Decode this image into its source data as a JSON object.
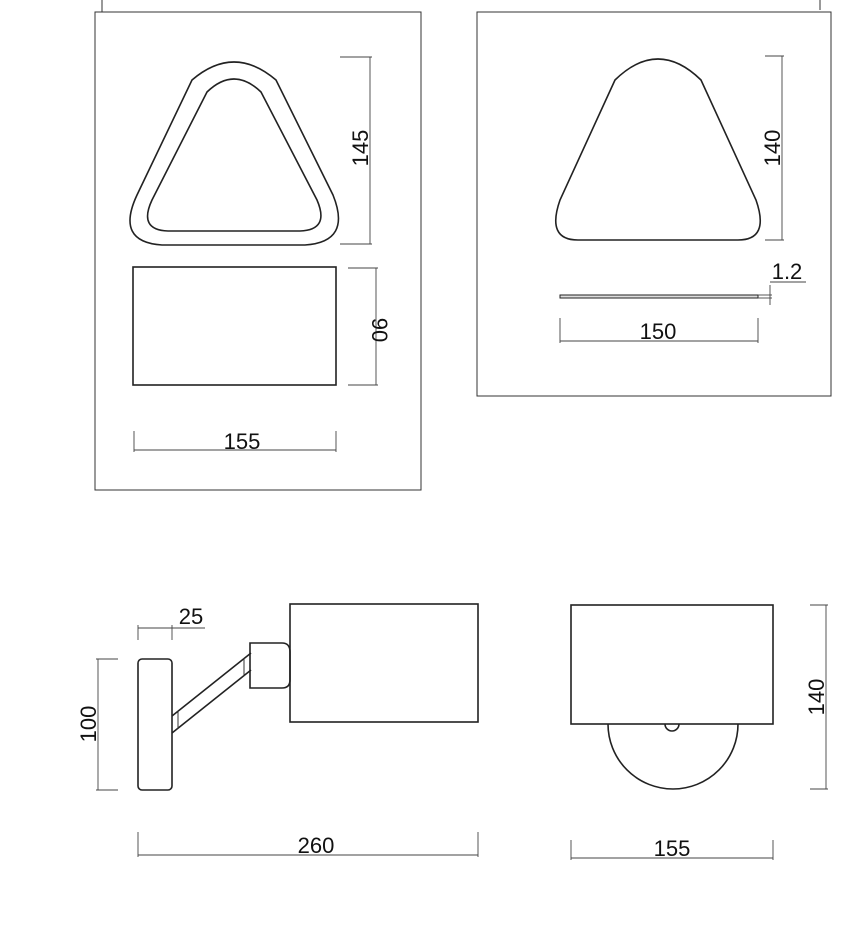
{
  "views": {
    "front_view": {
      "height_label": "145",
      "shade_height_label": "90",
      "width_label": "155"
    },
    "plate_view": {
      "height_label": "140",
      "thickness_label": "1.2",
      "width_label": "150"
    },
    "side_view": {
      "base_depth_label": "25",
      "base_height_label": "100",
      "length_label": "260"
    },
    "rear_view": {
      "height_label": "140",
      "width_label": "155"
    }
  }
}
